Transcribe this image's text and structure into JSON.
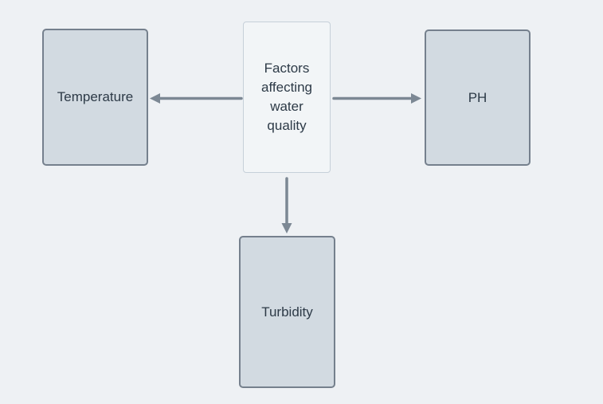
{
  "diagram": {
    "center_node": {
      "id": "factors",
      "label": "Factors affecting water quality"
    },
    "nodes": [
      {
        "id": "temperature",
        "label": "Temperature"
      },
      {
        "id": "ph",
        "label": "PH"
      },
      {
        "id": "turbidity",
        "label": "Turbidity"
      }
    ],
    "connectors": [
      {
        "from": "factors",
        "to": "temperature",
        "direction": "left"
      },
      {
        "from": "factors",
        "to": "ph",
        "direction": "right"
      },
      {
        "from": "factors",
        "to": "turbidity",
        "direction": "down"
      }
    ],
    "colors": {
      "background": "#eef1f4",
      "node_fill": "#d2dae1",
      "node_border": "#75808d",
      "center_fill": "#f2f5f7",
      "center_border": "#c6d0d9",
      "arrow": "#7c8894",
      "text": "#2d3a47"
    }
  }
}
